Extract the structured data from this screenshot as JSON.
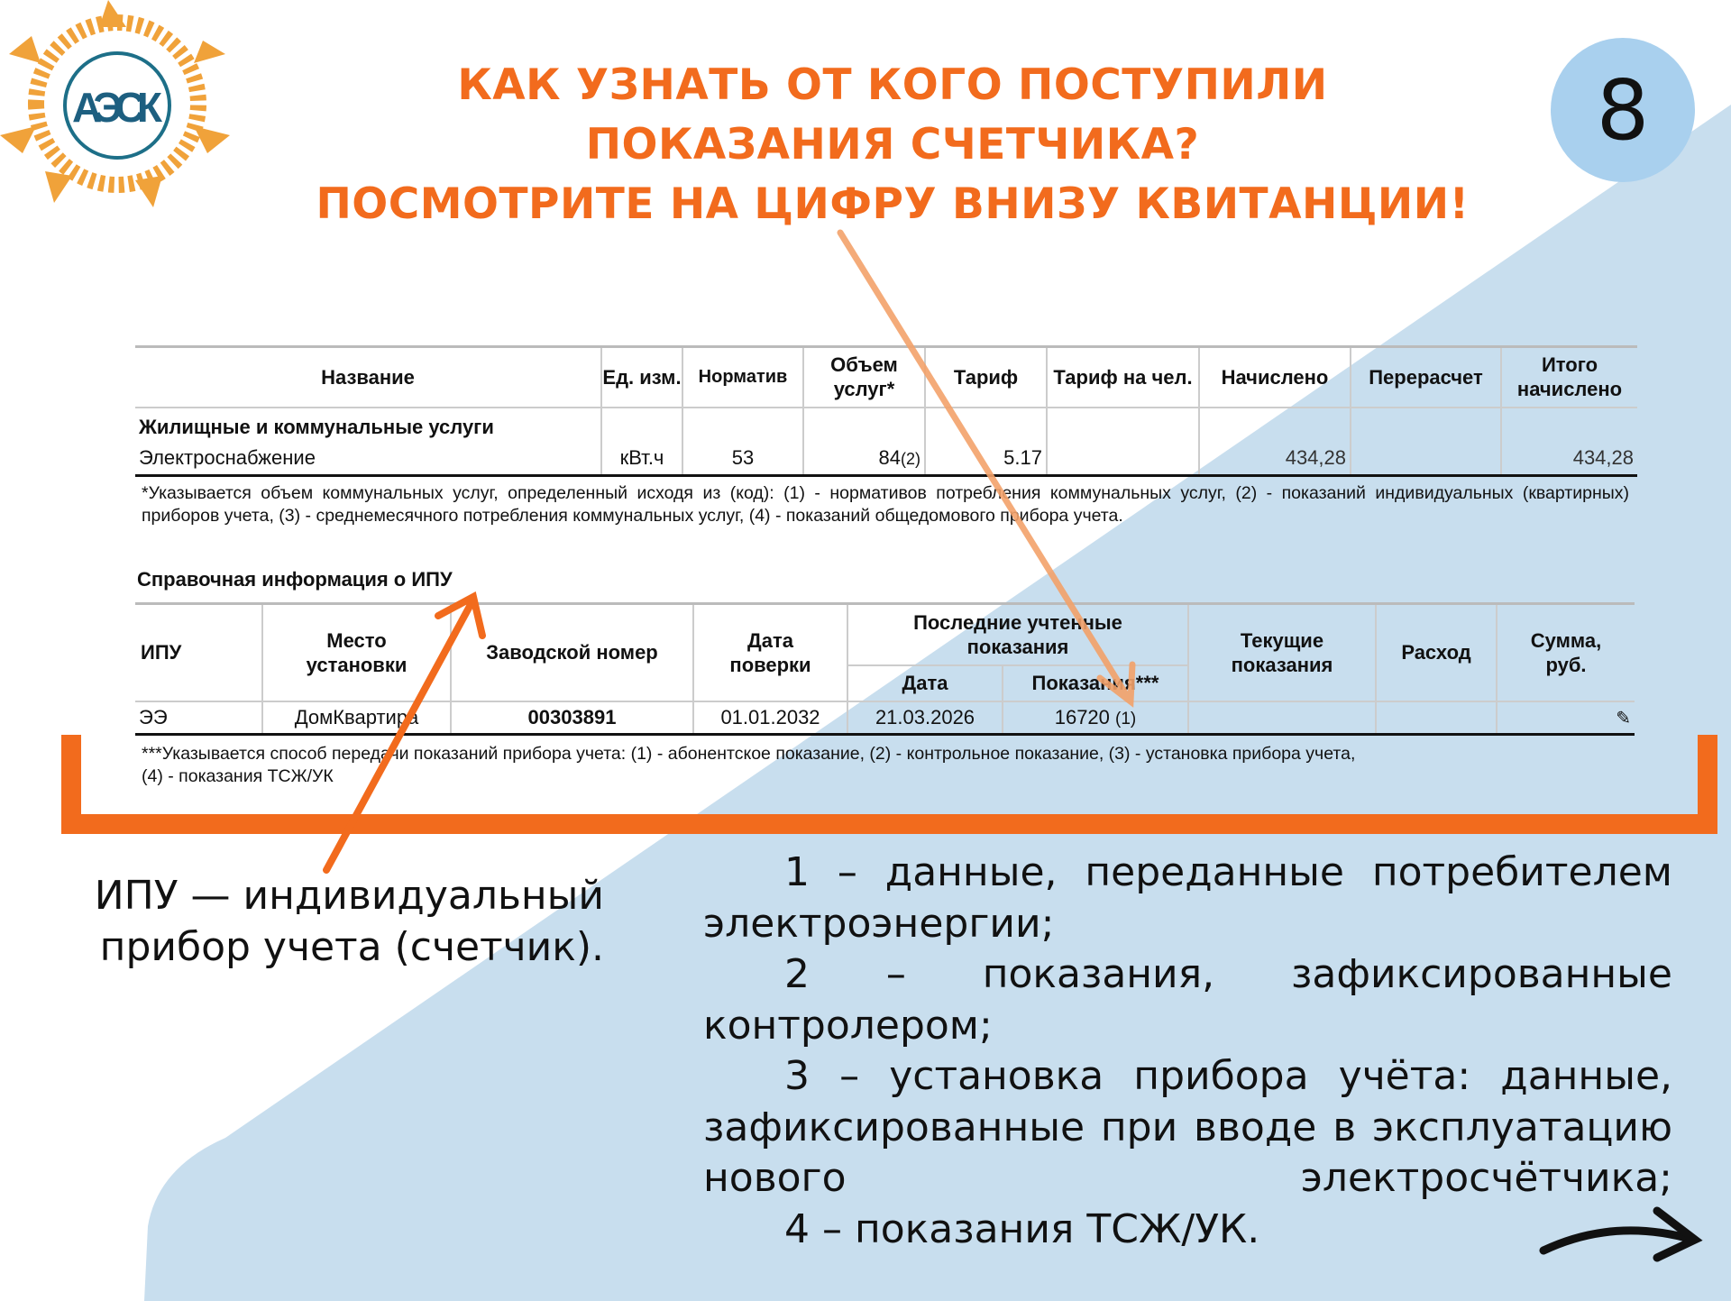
{
  "logo": {
    "text": "АЭСК"
  },
  "title": {
    "lines": [
      "КАК УЗНАТЬ ОТ КОГО ПОСТУПИЛИ",
      "ПОКАЗАНИЯ СЧЕТЧИКА?",
      "ПОСМОТРИТЕ НА ЦИФРУ ВНИЗУ КВИТАНЦИИ!"
    ]
  },
  "page_number": "8",
  "charges_table": {
    "headers": [
      "Название",
      "Ед. изм.",
      "Норматив",
      "Объем услуг*",
      "Тариф",
      "Тариф на чел.",
      "Начислено",
      "Перерасчет",
      "Итого начислено"
    ],
    "group": "Жилищные и коммунальные услуги",
    "row": [
      "Электроснабжение",
      "кВт.ч",
      "53",
      "84",
      "(2)",
      "5.17",
      "",
      "434,28",
      "",
      "434,28"
    ],
    "footnote": "*Указывается объем коммунальных услуг, определенный исходя из (код): (1) - нормативов потребления коммунальных услуг, (2) - показаний индивидуальных (квартирных) приборов учета, (3) - среднемесячного потребления коммунальных услуг, (4) - показаний общедомового прибора учета."
  },
  "meter_section": {
    "title": "Справочная информация о ИПУ",
    "headers": {
      "ipu": "ИПУ",
      "place": "Место установки",
      "serial": "Заводской номер",
      "check_date": "Дата поверки",
      "last": "Последние учтенные показания",
      "last_date": "Дата",
      "last_value": "Показания***",
      "current": "Текущие показания",
      "usage": "Расход",
      "sum": "Сумма, руб."
    },
    "row": {
      "ipu": "ЭЭ",
      "place": "ДомКвартира",
      "serial": "00303891",
      "check_date": "01.01.2032",
      "last_date": "21.03.2026",
      "last_value": "16720",
      "last_code": "(1)"
    },
    "footnote_1": "***Указывается способ передачи показаний прибора учета: (1) - абонентское показание, (2) - контрольное показание, (3) - установка прибора учета,",
    "footnote_2": "(4) - показания ТСЖ/УК"
  },
  "explain_left": {
    "line1": "ИПУ — индивидуальный",
    "line2": "прибор учета (счетчик)."
  },
  "explain_right": [
    "1 – данные, переданные потребителем электроэнергии;",
    "2 – показания, зафиксированные контролером;",
    "3 – установка прибора учёта: данные, зафиксированные при вводе в эксплуатацию нового электросчётчика;",
    "4 – показания ТСЖ/УК."
  ],
  "colors": {
    "orange": "#f26b1d",
    "blue_bg": "#c8deee",
    "badge": "#a9d0ee"
  }
}
